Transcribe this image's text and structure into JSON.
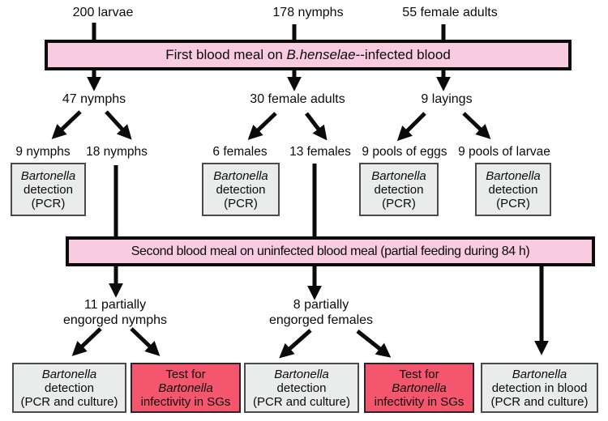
{
  "colors": {
    "bar_pink": "#f8cbe1",
    "box_red": "#f4566e",
    "box_gray": "#e9eceb",
    "connector_black": "#0b0b0b"
  },
  "top_labels": [
    {
      "text": "200 larvae"
    },
    {
      "text": "178 nymphs"
    },
    {
      "text": "55 female adults"
    }
  ],
  "bar1": {
    "prefix": "First blood meal on ",
    "species": "B.henselae",
    "suffix": "--infected blood"
  },
  "group_labels": [
    {
      "text": "47 nymphs"
    },
    {
      "text": "30 female adults"
    },
    {
      "text": "9 layings"
    }
  ],
  "split_labels": [
    {
      "text": "9 nymphs"
    },
    {
      "text": "18 nymphs"
    },
    {
      "text": "6 females"
    },
    {
      "text": "13 females"
    },
    {
      "text": "9 pools of eggs"
    },
    {
      "text": "9 pools of larvae"
    }
  ],
  "pcr_boxes": [
    {
      "organism": "Bartonella",
      "line2": "detection",
      "line3": "(PCR)"
    },
    {
      "organism": "Bartonella",
      "line2": "detection",
      "line3": "(PCR)"
    },
    {
      "organism": "Bartonella",
      "line2": "detection",
      "line3": "(PCR)"
    },
    {
      "organism": "Bartonella",
      "line2": "detection",
      "line3": "(PCR)"
    }
  ],
  "bar2": {
    "text": "Second blood meal on uninfected blood meal (partial feeding during 84 h)"
  },
  "engorged_labels": [
    {
      "line1": "11 partially",
      "line2": "engorged nymphs"
    },
    {
      "line1": "8 partially",
      "line2": "engorged females"
    }
  ],
  "bottom_boxes": [
    {
      "style": "gray",
      "line1": "Bartonella",
      "line2": "detection",
      "line3": "(PCR and culture)"
    },
    {
      "style": "red",
      "line1": "Test for",
      "line2": "Bartonella",
      "line3": "infectivity in SGs"
    },
    {
      "style": "gray",
      "line1": "Bartonella",
      "line2": "detection",
      "line3": "(PCR and culture)"
    },
    {
      "style": "red",
      "line1": "Test for",
      "line2": "Bartonella",
      "line3": "infectivity in SGs"
    },
    {
      "style": "gray",
      "line1": "Bartonella",
      "line2": "detection in blood",
      "line3": "(PCR and culture)"
    }
  ]
}
